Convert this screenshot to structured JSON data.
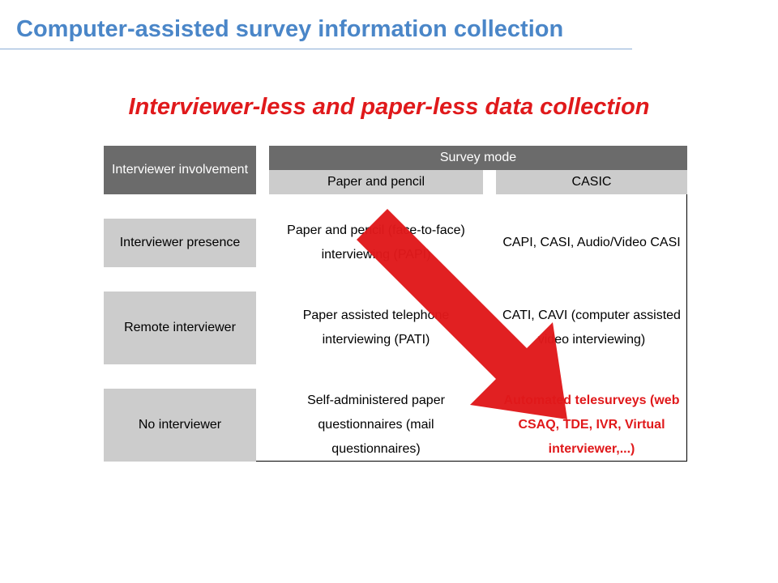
{
  "slide": {
    "title": "Computer-assisted survey information collection",
    "subtitle": "Interviewer-less and paper-less data collection"
  },
  "table": {
    "header_interviewer": "Interviewer involvement",
    "header_survey_mode": "Survey mode",
    "header_paper": "Paper and pencil",
    "header_casic": "CASIC",
    "rows": [
      {
        "label": "Interviewer presence",
        "paper": "Paper and pencil (face-to-face) interviewing (PAPI)",
        "casic": "CAPI, CASI, Audio/Video CASI"
      },
      {
        "label": "Remote interviewer",
        "paper": "Paper assisted telephone interviewing (PATI)",
        "casic": "CATI, CAVI (computer assisted video interviewing)"
      },
      {
        "label": "No interviewer",
        "paper": "Self-administered paper questionnaires (mail questionnaires)",
        "casic": "Automated telesurveys (web CSAQ, TDE, IVR, Virtual interviewer,...)"
      }
    ]
  },
  "colors": {
    "title": "#4a86c8",
    "accent_red": "#e0191b",
    "header_dark": "#6b6b6b",
    "header_light": "#cccccc"
  },
  "icons": {
    "arrow": "diagonal-down-right-arrow"
  }
}
